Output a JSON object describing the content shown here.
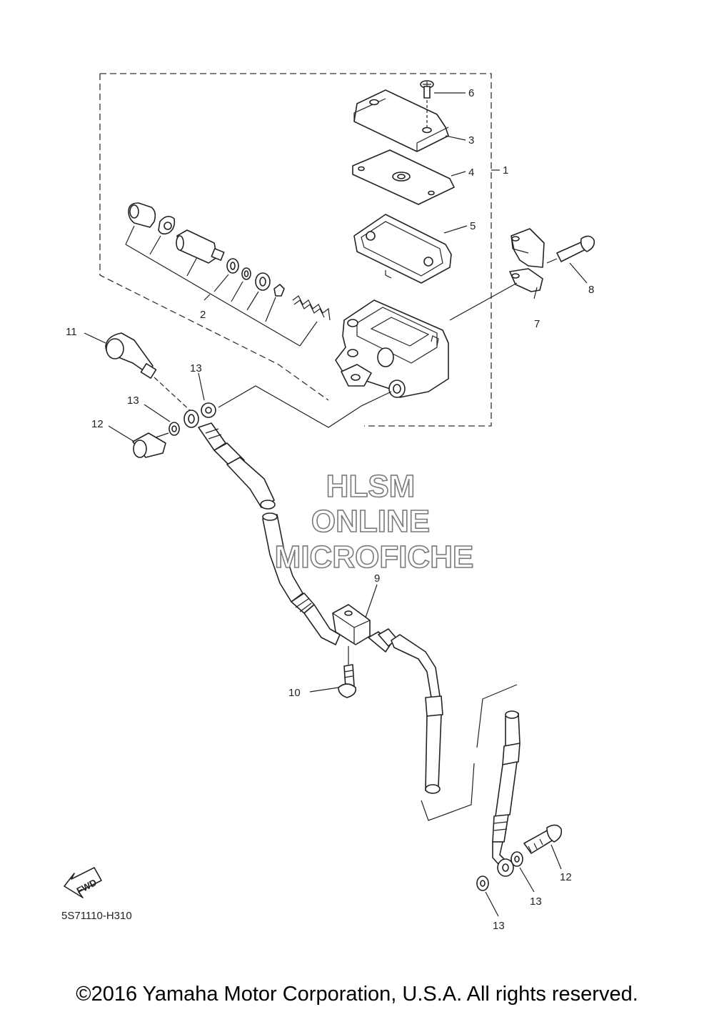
{
  "callouts": [
    "1",
    "2",
    "3",
    "4",
    "5",
    "6",
    "7",
    "8",
    "9",
    "10",
    "11",
    "12",
    "13"
  ],
  "watermark": {
    "line1": "HLSM",
    "line2": "ONLINE",
    "line3": "MICROFICHE"
  },
  "fwd_label": "FWD",
  "diagram_code": "5S71110-H310",
  "copyright": "©2016 Yamaha Motor Corporation, U.S.A. All rights reserved."
}
